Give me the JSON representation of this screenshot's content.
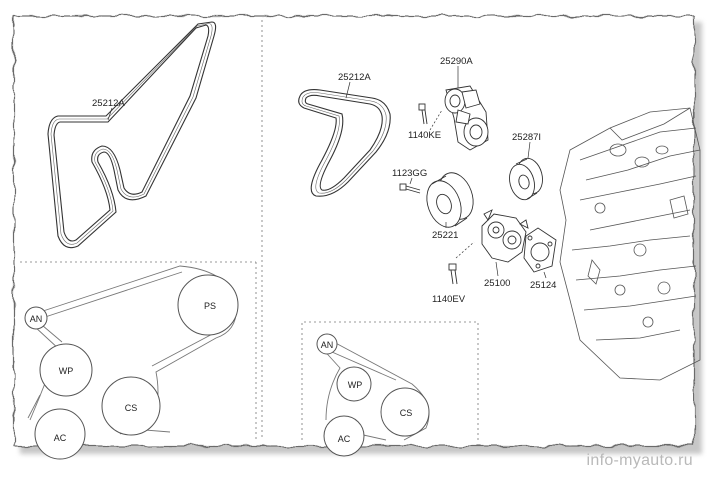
{
  "labels": {
    "belt_left": "25212A",
    "belt_right": "25212A",
    "tensioner": "25290A",
    "bolt_ke": "1140KE",
    "idler_top": "25287I",
    "bolt_gg": "1123GG",
    "idler": "25221",
    "water_pump": "25100",
    "gasket": "25124",
    "bolt_ev": "1140EV"
  },
  "pulleys_left": {
    "an": "AN",
    "ps": "PS",
    "wp": "WP",
    "cs": "CS",
    "ac": "AC"
  },
  "pulleys_right": {
    "an": "AN",
    "wp": "WP",
    "cs": "CS",
    "ac": "AC"
  },
  "watermark": "info-myauto.ru"
}
